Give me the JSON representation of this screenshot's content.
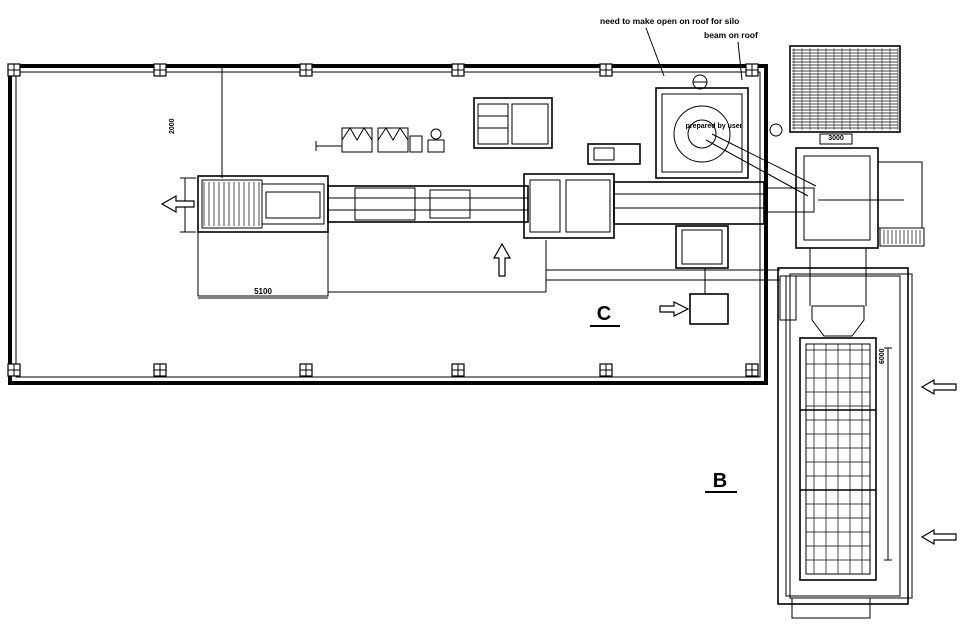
{
  "annotations": {
    "roof_note_line1": "need to make open on roof for silo",
    "roof_note_line2": "beam on roof",
    "equipment_label": "prepared by user",
    "dim_width": "5100",
    "dim_height": "2000",
    "dim_vertical": "6000",
    "dim_small": "3000"
  },
  "zones": {
    "zone_c": "C",
    "zone_b": "B"
  },
  "colors": {
    "line": "#000000",
    "background": "#ffffff"
  }
}
